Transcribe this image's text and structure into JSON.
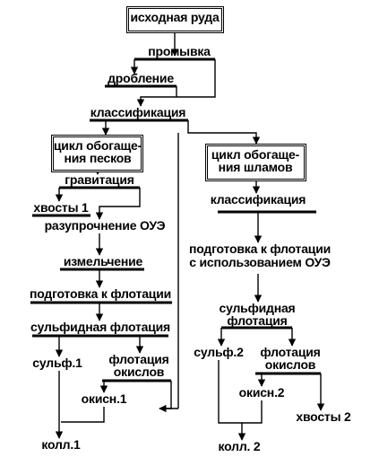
{
  "diagram": {
    "nodes": {
      "ore": "исходная руда",
      "washing": "промывка",
      "crushing": "дробление",
      "classification_1": "классификация",
      "sands_cycle": "цикл обогаще-\nния песков",
      "slimes_cycle": "цикл обогаще-\nния шламов",
      "gravitation": "гравитация",
      "tails_1": "хвосты 1",
      "softening": "разупрочнение ОУЭ",
      "grinding": "измельчение",
      "flotation_prep_1": "подготовка к флотации",
      "sulfide_flotation_1": "сульфидная флотация",
      "sulf_1": "сульф.1",
      "oxide_flotation_1": "флотация\nокислов",
      "oxide_1": "окисн.1",
      "coll_1": "колл.1",
      "classification_2": "классификация",
      "flotation_prep_2": "подготовка к флотации\nс использованием ОУЭ",
      "sulfide_flotation_2": "сульфидная\nфлотация",
      "sulf_2": "сульф.2",
      "oxide_flotation_2": "флотация\nокислов",
      "oxide_2": "окисн.2",
      "tails_2": "хвосты 2",
      "coll_2": "колл. 2"
    },
    "edge_color": "#000000"
  }
}
